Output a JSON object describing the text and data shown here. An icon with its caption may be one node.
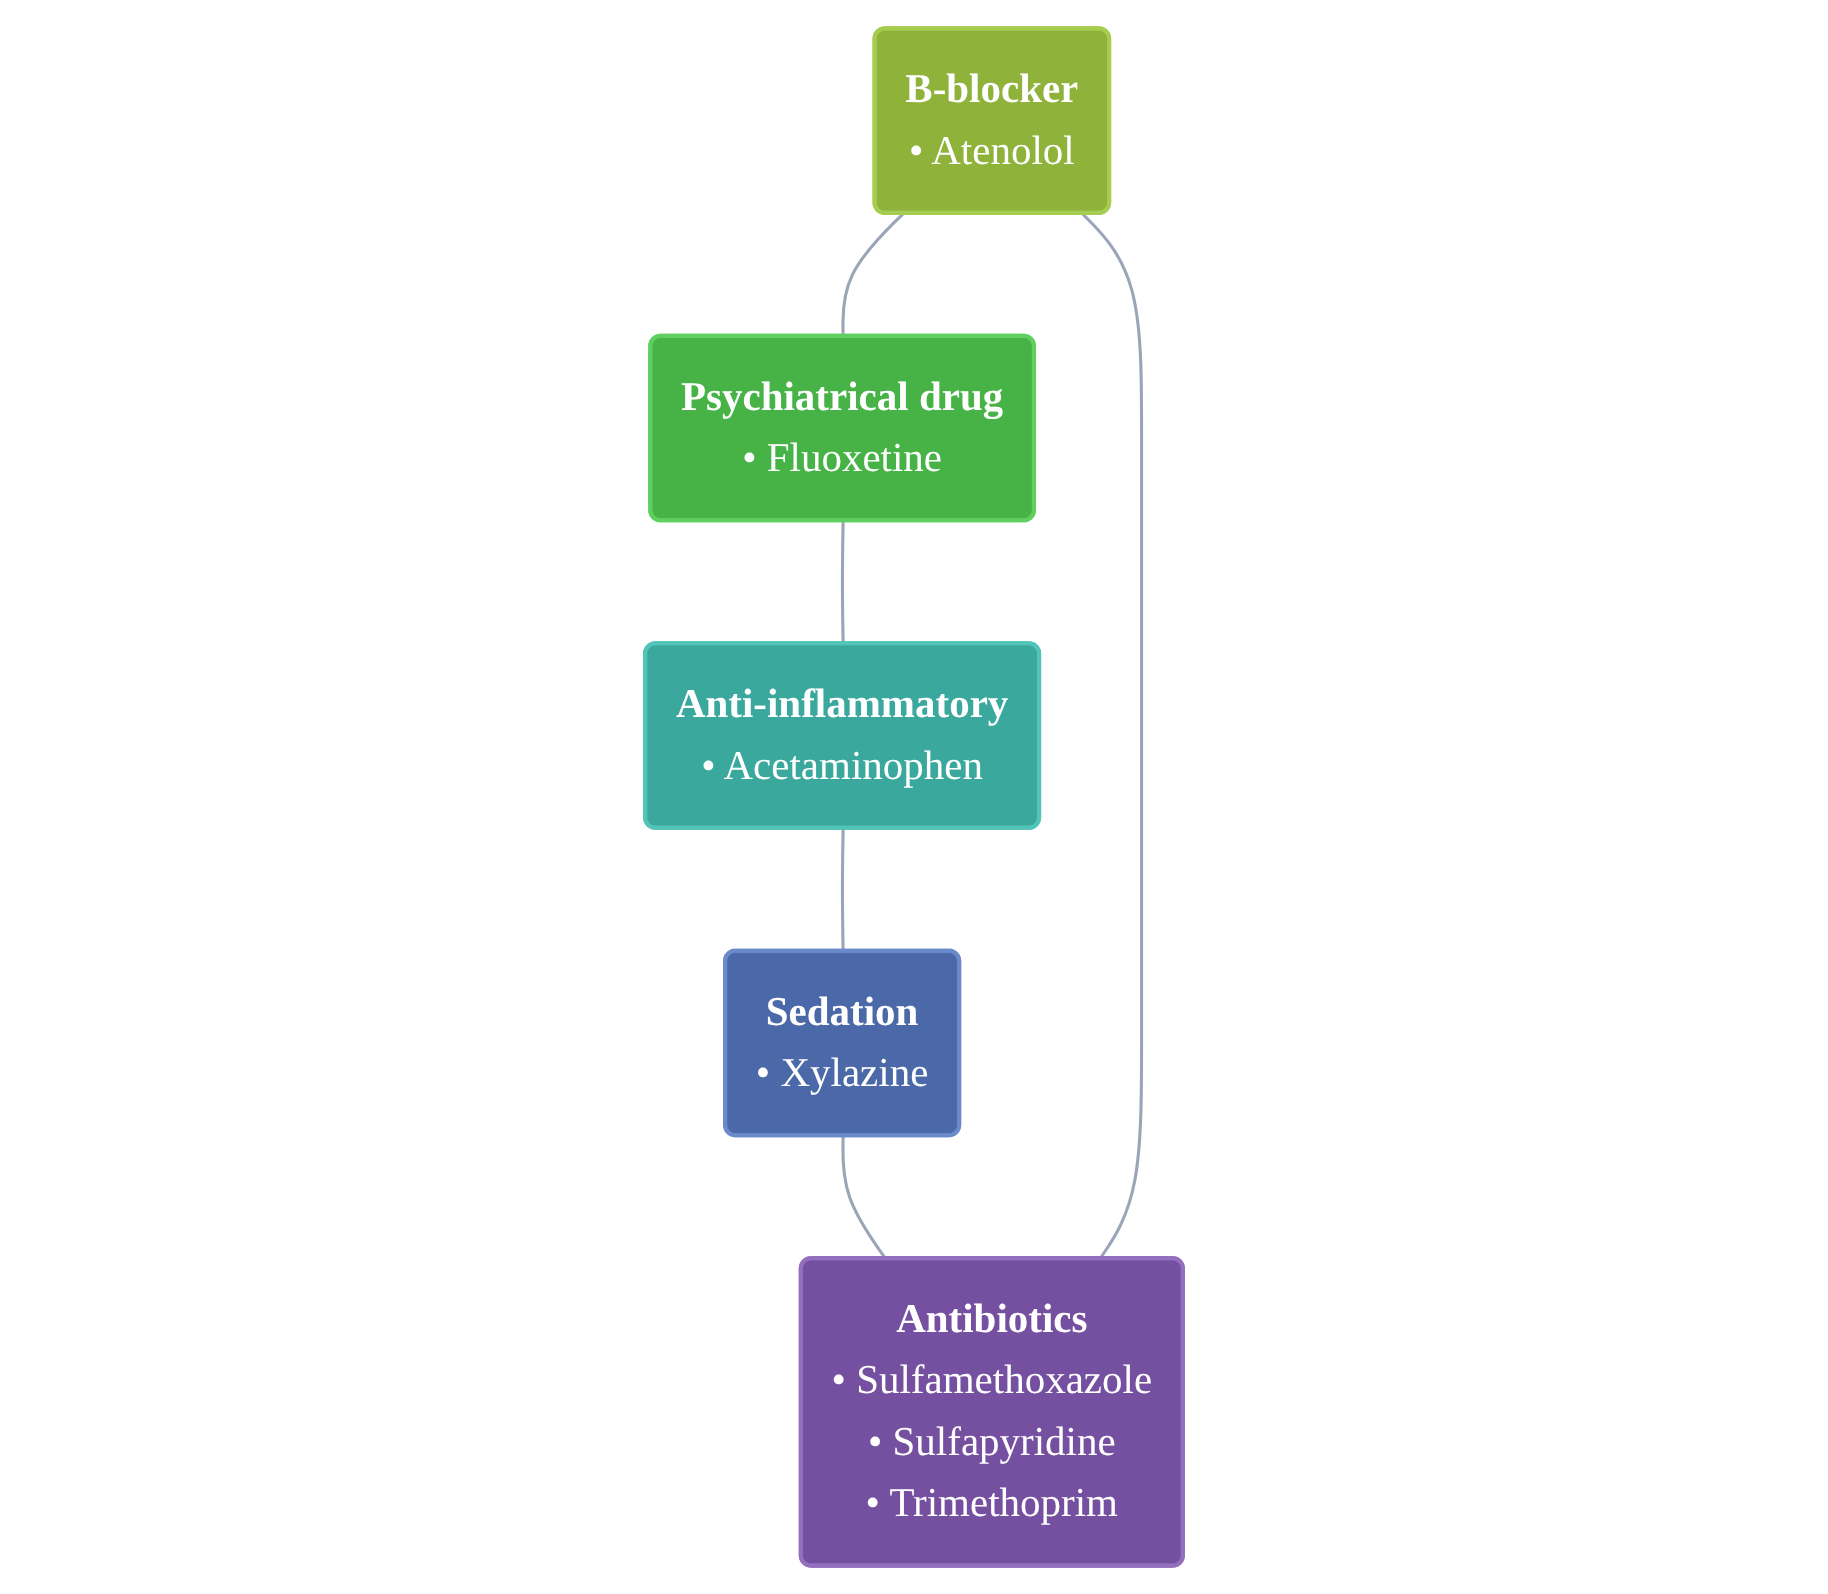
{
  "diagram": {
    "nodes": [
      {
        "text": [
          "B-blocker",
          "• Atenolol"
        ]
      },
      {
        "text": [
          "Psychiatrical drug",
          "• Fluoxetine"
        ]
      },
      {
        "text": [
          "Anti-inflammatory",
          "• Acetaminophen"
        ]
      },
      {
        "text": [
          "Sedation",
          "• Xylazine"
        ]
      },
      {
        "text": [
          "Antibiotics",
          "• Sulfamethoxazole",
          "• Sulfapyridine",
          "• Trimethoprim"
        ]
      }
    ],
    "edges": [
      {
        "from": 0,
        "to": 1,
        "arrow": "none"
      },
      {
        "from": 1,
        "to": 2,
        "arrow": "none"
      },
      {
        "from": 2,
        "to": 3,
        "arrow": "none"
      },
      {
        "from": 3,
        "to": 4,
        "arrow": "none"
      },
      {
        "from": 4,
        "to": 0,
        "arrow": "none"
      }
    ]
  }
}
